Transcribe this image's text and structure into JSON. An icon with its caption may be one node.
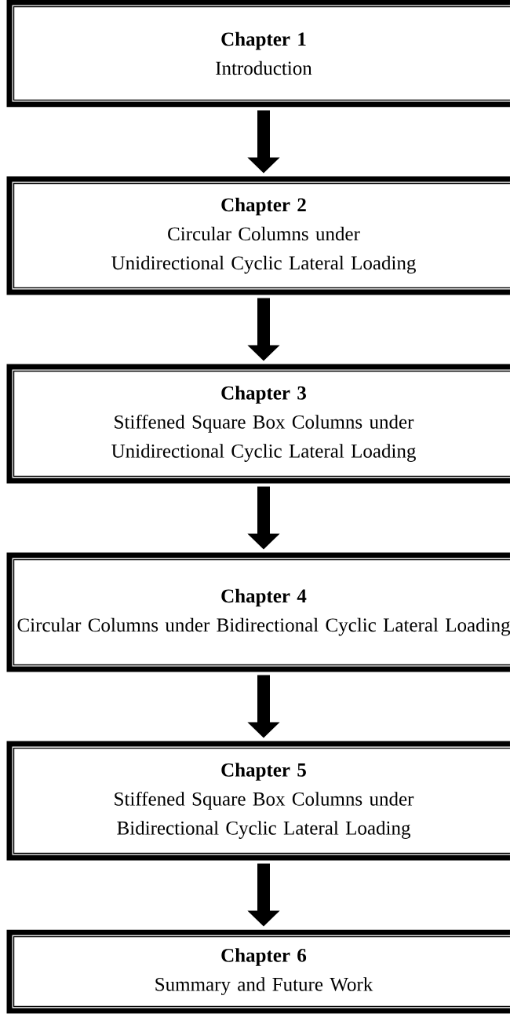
{
  "diagram": {
    "nodes": [
      {
        "text": [
          "Chapter 1",
          "Introduction"
        ]
      },
      {
        "text": [
          "Chapter 2",
          "Circular Columns under Unidirectional Cyclic Lateral Loading"
        ]
      },
      {
        "text": [
          "Chapter 3",
          "Stiffened Square Box Columns under Unidirectional Cyclic Lateral Loading"
        ]
      },
      {
        "text": [
          "Chapter 4",
          "Circular Columns under Bidirectional Cyclic Lateral Loading"
        ]
      },
      {
        "text": [
          "Chapter 5",
          "Stiffened Square Box Columns under Bidirectional Cyclic Lateral Loading"
        ]
      },
      {
        "text": [
          "Chapter 6",
          "Summary and Future Work"
        ]
      }
    ],
    "edges": [
      {
        "from": 0,
        "to": 1,
        "arrow": "to"
      },
      {
        "from": 1,
        "to": 2,
        "arrow": "to"
      },
      {
        "from": 2,
        "to": 3,
        "arrow": "to"
      },
      {
        "from": 3,
        "to": 4,
        "arrow": "to"
      },
      {
        "from": 4,
        "to": 5,
        "arrow": "to"
      }
    ]
  }
}
